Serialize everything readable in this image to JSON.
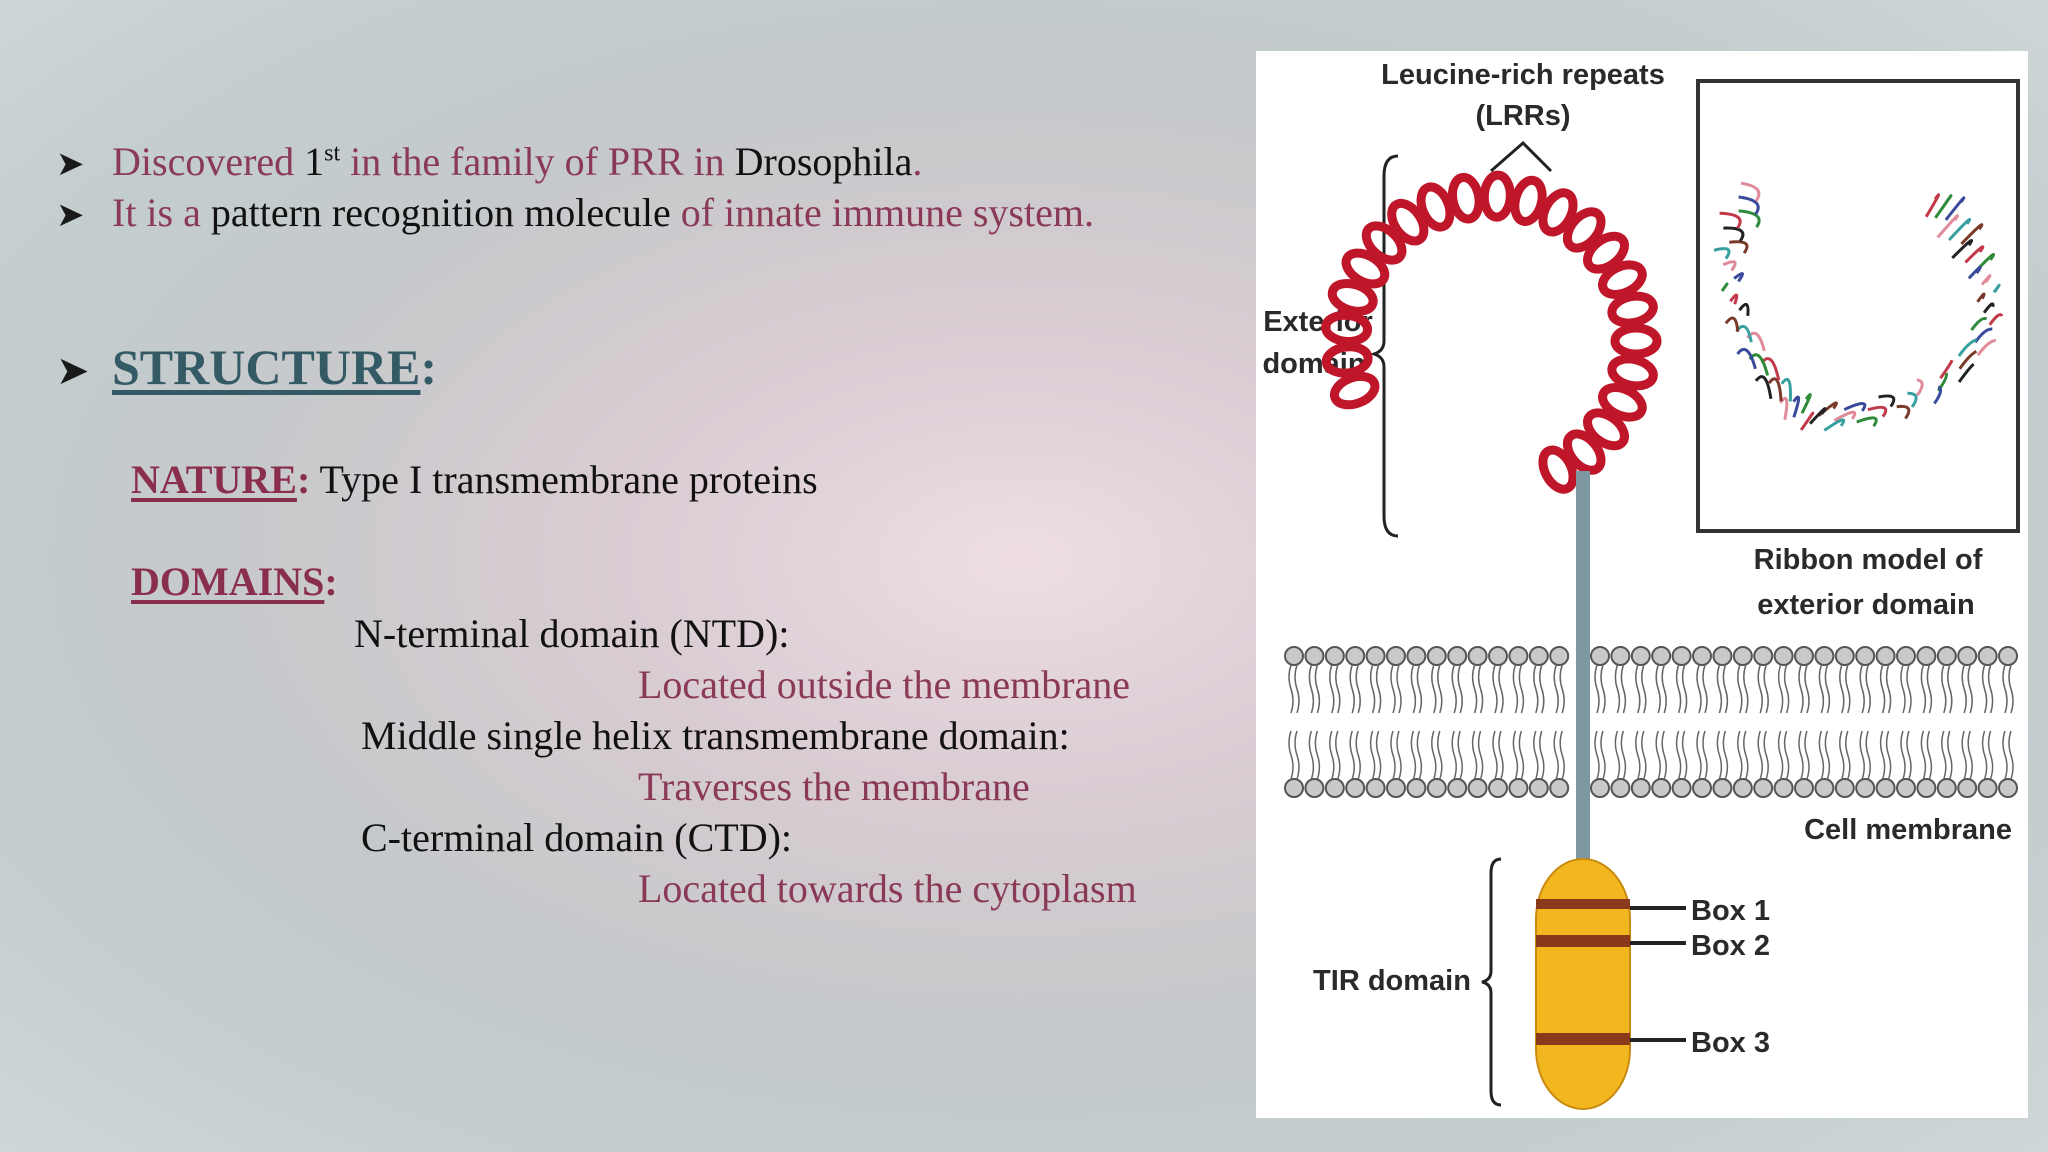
{
  "bullets": [
    {
      "parts": [
        {
          "text": "Discovered ",
          "color": "maroon"
        },
        {
          "text": "1",
          "color": "black"
        },
        {
          "text": "st",
          "color": "black",
          "sup": true
        },
        {
          "text": " in the family of PRR in ",
          "color": "maroon"
        },
        {
          "text": "Drosophila",
          "color": "black"
        },
        {
          "text": ".",
          "color": "maroon"
        }
      ]
    },
    {
      "parts": [
        {
          "text": "It is a ",
          "color": "maroon"
        },
        {
          "text": "pattern recognition molecule",
          "color": "black"
        },
        {
          "text": " of innate immune system.",
          "color": "maroon"
        }
      ]
    }
  ],
  "structure": {
    "heading": "STRUCTURE",
    "colon": ":"
  },
  "nature": {
    "label": "NATURE",
    "colon": ":",
    "value": " Type I transmembrane proteins"
  },
  "domains": {
    "label": "DOMAINS",
    "colon": ":",
    "items": [
      {
        "name": "N-terminal domain (NTD):",
        "desc": "Located outside the membrane"
      },
      {
        "name": "Middle single helix transmembrane domain:",
        "desc": "Traverses the membrane"
      },
      {
        "name": "C-terminal domain (CTD):",
        "desc": "Located towards the cytoplasm"
      }
    ]
  },
  "figure": {
    "lrr_label_line1": "Leucine-rich repeats",
    "lrr_label_line2": "(LRRs)",
    "exterior_line1": "Exterior",
    "exterior_line2": "domain",
    "ribbon_line1": "Ribbon model of",
    "ribbon_line2": "exterior domain",
    "cell_membrane": "Cell membrane",
    "tir_domain": "TIR domain",
    "box1": "Box 1",
    "box2": "Box 2",
    "box3": "Box 3"
  },
  "colors": {
    "maroon": "#8a3a57",
    "heading": "#345a66",
    "helix": "#c0162a",
    "tir": "#f2b71f"
  }
}
